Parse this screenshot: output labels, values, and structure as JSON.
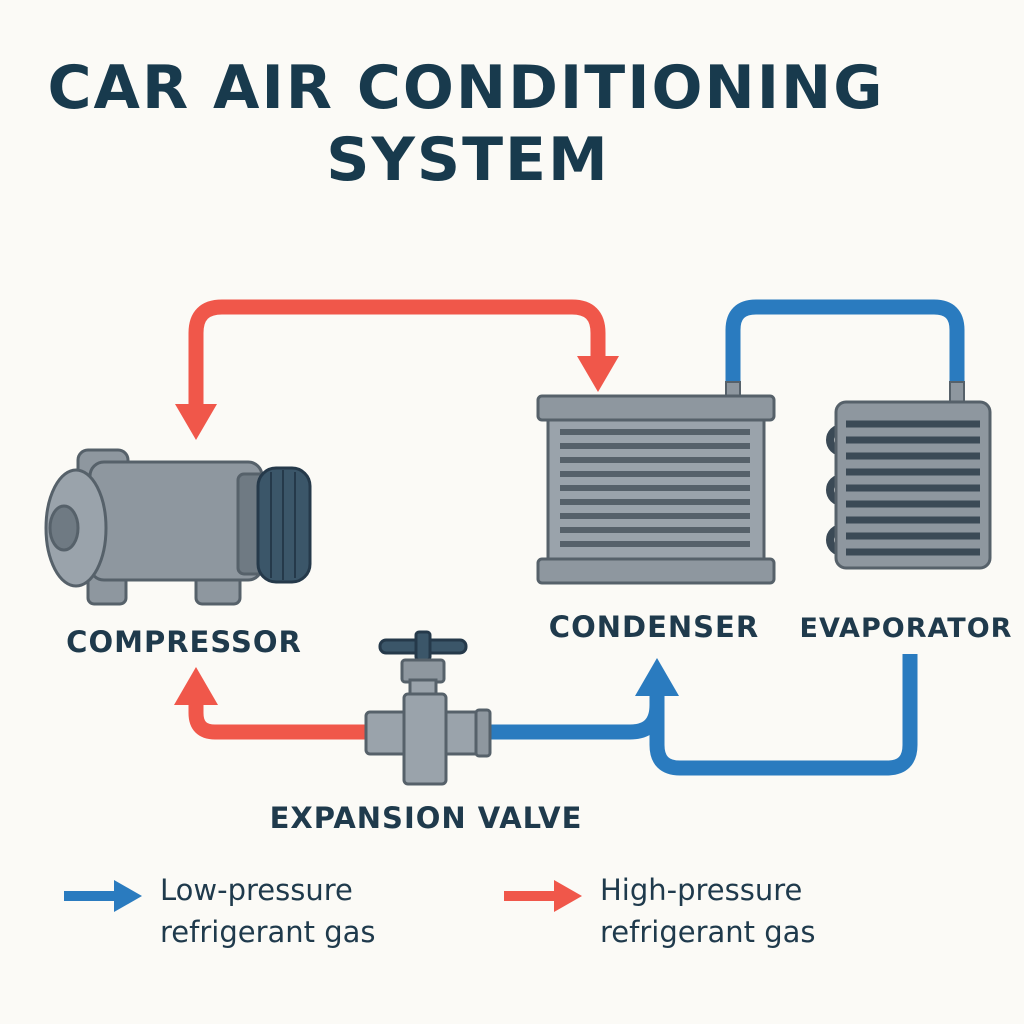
{
  "title": {
    "line1": "CAR AIR CONDITIONING",
    "line2": "SYSTEM"
  },
  "components": {
    "compressor": "COMPRESSOR",
    "condenser": "CONDENSER",
    "evaporator": "EVAPORATOR",
    "expansion_valve": "EXPANSION VALVE"
  },
  "legend": {
    "low": {
      "line1": "Low-pressure",
      "line2": "refrigerant gas",
      "color": "#2a7bbf"
    },
    "high": {
      "line1": "High-pressure",
      "line2": "refrigerant gas",
      "color": "#f0574a"
    }
  },
  "colors": {
    "low_pressure": "#2a7bbf",
    "high_pressure": "#f0574a",
    "metal": "#8e979f",
    "text": "#183a4d"
  }
}
